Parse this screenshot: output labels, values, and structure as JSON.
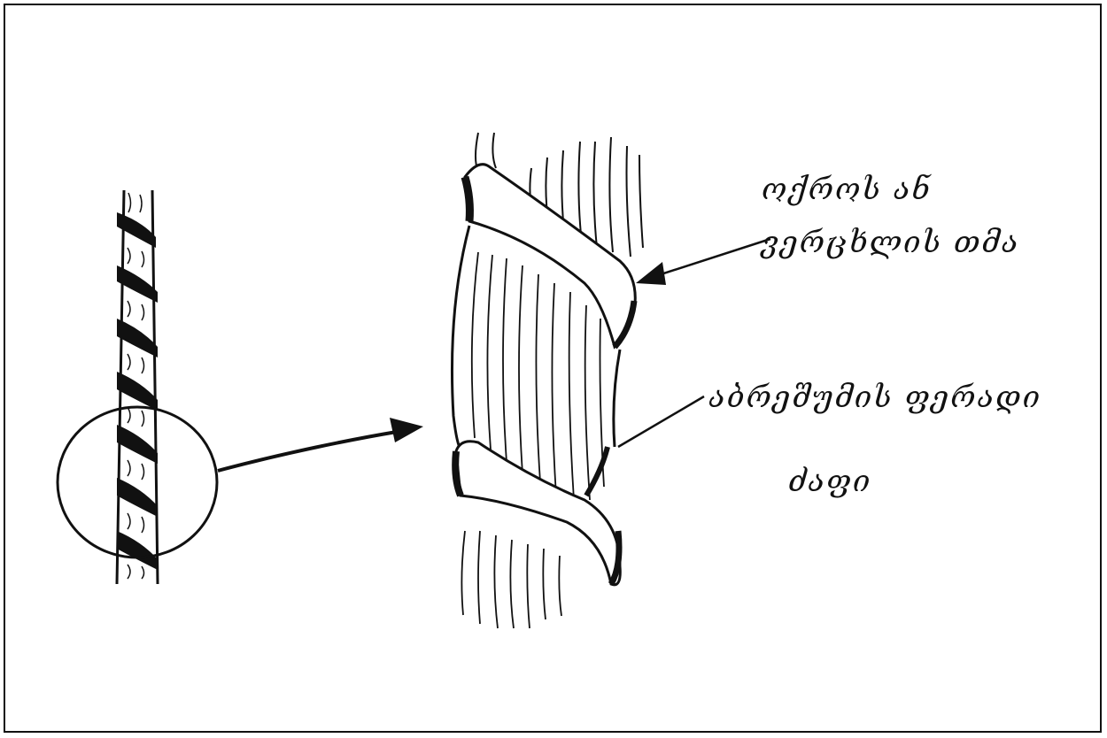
{
  "diagram": {
    "labels": {
      "label_1_line_1": "ოქროს ან",
      "label_1_line_2": "ვერცხლის თმა",
      "label_2_line_1": "აბრეშუმის ფერადი",
      "label_2_line_2": "ძაფი"
    },
    "colors": {
      "ink": "#111111",
      "paper": "#ffffff"
    }
  }
}
